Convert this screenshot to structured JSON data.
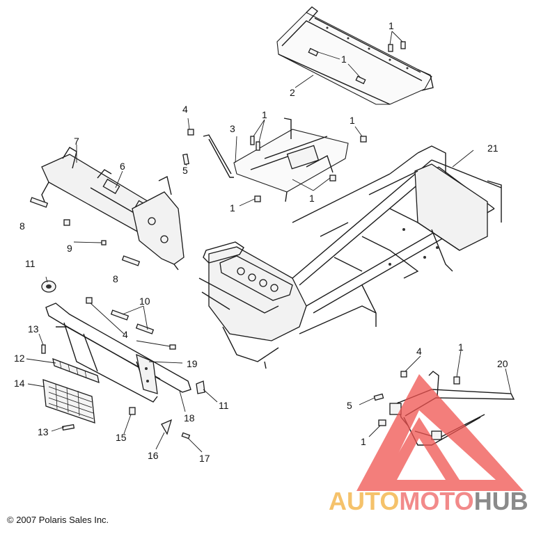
{
  "copyright": "© 2007 Polaris Sales Inc.",
  "watermark": {
    "parts": [
      "AUTO",
      "MOTO",
      "HUB"
    ],
    "colors": [
      "#f5c26b",
      "#f28a8a",
      "#8a8a8a"
    ],
    "triangle_color": "#ef5350"
  },
  "callouts": {
    "c1a": "1",
    "c1b": "1",
    "c1c": "1",
    "c1d": "1",
    "c1e": "1",
    "c1f": "1",
    "c1g": "1",
    "c1h": "1",
    "c2": "2",
    "c3": "3",
    "c4a": "4",
    "c4b": "4",
    "c4c": "4",
    "c5a": "5",
    "c5b": "5",
    "c6": "6",
    "c7": "7",
    "c8a": "8",
    "c8b": "8",
    "c9": "9",
    "c10": "10",
    "c11a": "11",
    "c11b": "11",
    "c12": "12",
    "c13a": "13",
    "c13b": "13",
    "c14": "14",
    "c15": "15",
    "c16": "16",
    "c17": "17",
    "c18": "18",
    "c19": "19",
    "c20": "20",
    "c21": "21"
  }
}
